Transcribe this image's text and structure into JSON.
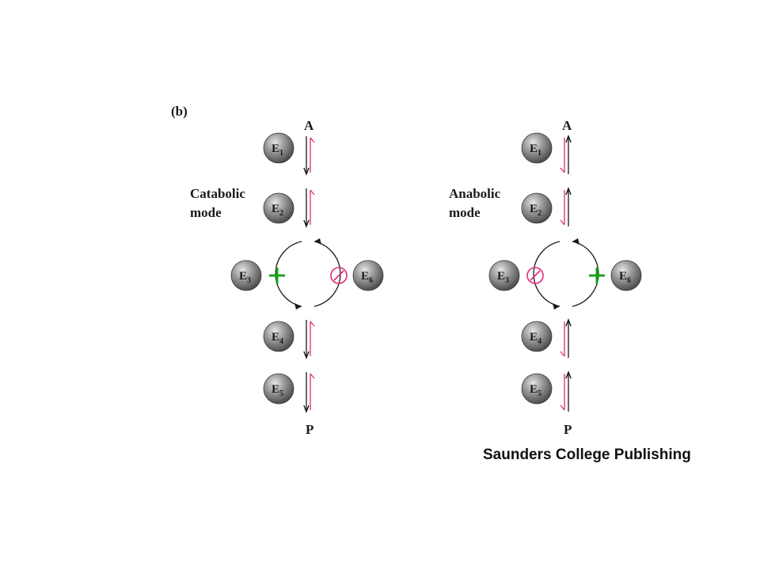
{
  "figure_label": "(b)",
  "credit": "Saunders College Publishing",
  "colors": {
    "activator": "#1aa11a",
    "inhibitor": "#e0287a",
    "reverse_arrow": "#e0287a",
    "forward_arrow": "#1a1a1a",
    "enzyme_sphere": "#8a8a8a"
  },
  "panels": [
    {
      "id": "catabolic",
      "mode_label": [
        "Catabolic",
        "mode"
      ],
      "top_node": "A",
      "bottom_node": "P",
      "enzymes": [
        "E1",
        "E2",
        "E3",
        "E4",
        "E5",
        "E6"
      ],
      "E3_effect": "activator",
      "E6_effect": "inhibitor"
    },
    {
      "id": "anabolic",
      "mode_label": [
        "Anabolic",
        "mode"
      ],
      "top_node": "A",
      "bottom_node": "P",
      "enzymes": [
        "E1",
        "E2",
        "E3",
        "E4",
        "E5",
        "E6"
      ],
      "E3_effect": "inhibitor",
      "E6_effect": "activator"
    }
  ]
}
